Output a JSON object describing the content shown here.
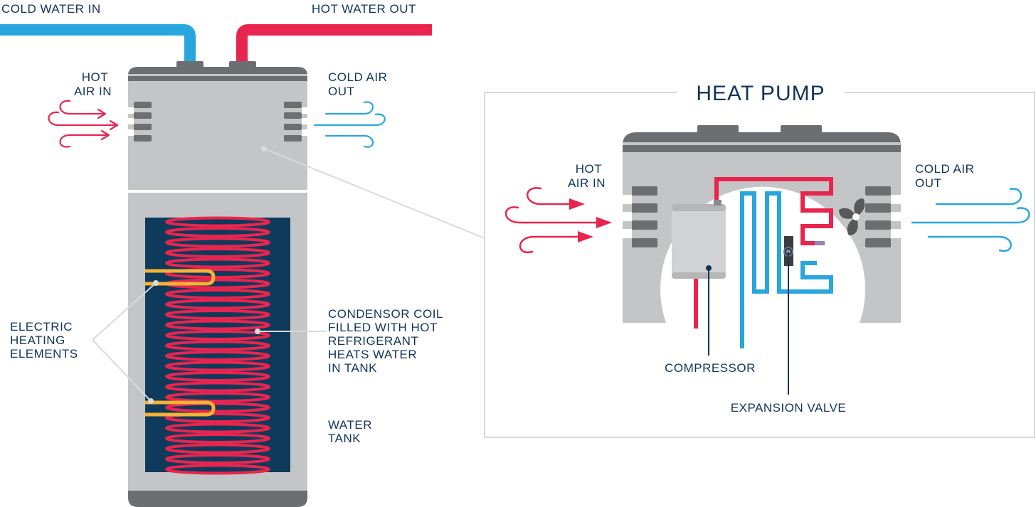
{
  "pipes": {
    "cold_water_in": "COLD WATER IN",
    "hot_water_out": "HOT WATER OUT"
  },
  "tank": {
    "hot_air_in": [
      "HOT",
      "AIR IN"
    ],
    "cold_air_out": [
      "COLD AIR",
      "OUT"
    ],
    "electric_heating_elements": [
      "ELECTRIC",
      "HEATING",
      "ELEMENTS"
    ],
    "condensor_coil": [
      "CONDENSOR COIL",
      "FILLED WITH HOT",
      "REFRIGERANT",
      "HEATS WATER",
      "IN TANK"
    ],
    "water_tank": [
      "WATER",
      "TANK"
    ]
  },
  "heat_pump": {
    "title": "HEAT PUMP",
    "hot_air_in": [
      "HOT",
      "AIR IN"
    ],
    "cold_air_out": [
      "COLD AIR",
      "OUT"
    ],
    "compressor": "COMPRESSOR",
    "expansion_valve": "EXPANSION VALVE"
  },
  "colors": {
    "hot": "#e8254f",
    "cold": "#29a6dd",
    "navy": "#12345a",
    "body_gray": "#c4c5c7",
    "dark_gray": "#6d6e71",
    "tank_interior": "#0e3a5b",
    "element_yellow": "#f7b234"
  },
  "icons": [
    "hot-air-arrows-icon",
    "cold-air-waves-icon",
    "fan-icon"
  ]
}
